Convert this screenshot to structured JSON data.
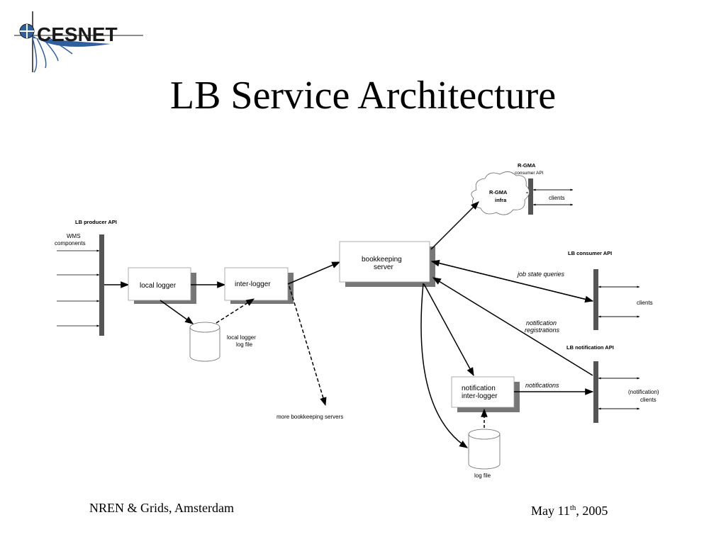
{
  "logo": {
    "text": "CESNET"
  },
  "title": "LB Service Architecture",
  "diagram": {
    "producer_api": "LB producer API",
    "wms_line1": "WMS",
    "wms_line2": "components",
    "local_logger": "local logger",
    "inter_logger": "inter-logger",
    "local_log_line1": "local logger",
    "local_log_line2": "log file",
    "more_servers": "more bookkeeping servers",
    "bk_line1": "bookkeeping",
    "bk_line2": "server",
    "rgma": "R-GMA",
    "rgma_consumer_api": "consumer API",
    "rgma_infra_line1": "R-GMA",
    "rgma_infra_line2": "infra",
    "rgma_clients": "clients",
    "consumer_api": "LB consumer  API",
    "job_state_queries": "job state queries",
    "consumer_clients": "clients",
    "notif_reg_line1": "notification",
    "notif_reg_line2": "registrations",
    "notification_api": "LB notification  API",
    "notif_il_line1": "notification",
    "notif_il_line2": "inter-logger",
    "notifications": "notifications",
    "notif_clients_line1": "(notification)",
    "notif_clients_line2": "clients",
    "log_file": "log file"
  },
  "footer": {
    "left": "NREN & Grids, Amsterdam",
    "right_prefix": "May 11",
    "right_sup": "th",
    "right_suffix": ", 2005"
  }
}
